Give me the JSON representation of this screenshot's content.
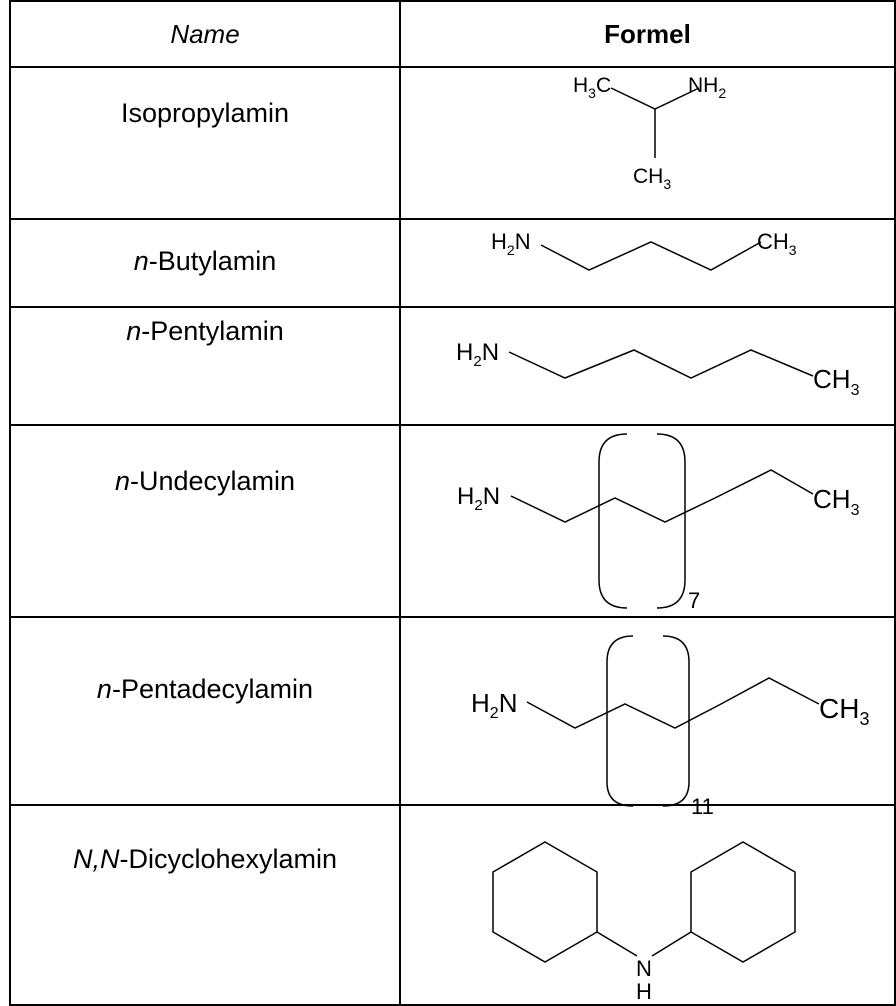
{
  "table": {
    "headers": {
      "name": "Name",
      "formula": "Formel"
    },
    "rows": [
      {
        "name_italic": "",
        "name_rest": "Isopropylamin",
        "formula": {
          "h3c": "H",
          "h3c_sub": "3",
          "h3c_tail": "C",
          "nh2": "NH",
          "nh2_sub": "2",
          "ch3": "CH",
          "ch3_sub": "3"
        }
      },
      {
        "name_italic": "n",
        "name_rest": "-Butylamin",
        "formula": {
          "h2n": "H",
          "h2n_sub": "2",
          "h2n_tail": "N",
          "ch3": "CH",
          "ch3_sub": "3"
        }
      },
      {
        "name_italic": "n",
        "name_rest": "-Pentylamin",
        "formula": {
          "h2n": "H",
          "h2n_sub": "2",
          "h2n_tail": "N",
          "ch3": "CH",
          "ch3_sub": "3"
        }
      },
      {
        "name_italic": "n",
        "name_rest": "-Undecylamin",
        "formula": {
          "h2n": "H",
          "h2n_sub": "2",
          "h2n_tail": "N",
          "ch3": "CH",
          "ch3_sub": "3",
          "repeat": "7"
        }
      },
      {
        "name_italic": "n",
        "name_rest": "-Pentadecylamin",
        "formula": {
          "h2n": "H",
          "h2n_sub": "2",
          "h2n_tail": "N",
          "ch3": "CH",
          "ch3_sub": "3",
          "repeat": "11"
        }
      },
      {
        "name_italic": "N,N",
        "name_rest": "-Dicyclohexylamin",
        "formula": {
          "n": "N",
          "h": "H"
        }
      }
    ]
  }
}
